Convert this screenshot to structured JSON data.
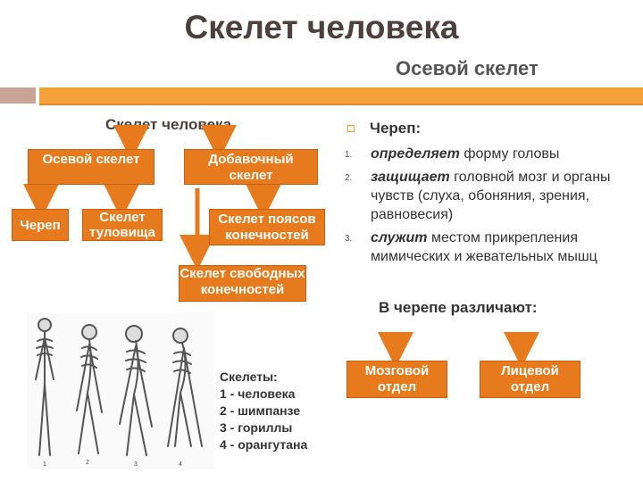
{
  "title": "Скелет человека",
  "subtitle": "Осевой скелет",
  "diagram": {
    "root": "Скелет человека",
    "axial": "Осевой скелет",
    "appendicular": "Добавочный скелет",
    "skull": "Череп",
    "trunk": "Скелет туловища",
    "girdles": "Скелет поясов конечностей",
    "free_limbs": "Скелет свободных конечностей"
  },
  "skull_info": {
    "heading": "Череп:",
    "items": [
      {
        "num": "1.",
        "verb": "определяет",
        "rest": " форму головы"
      },
      {
        "num": "2.",
        "verb": "защищает",
        "rest": " головной мозг и органы чувств (слуха, обоняния, зрения, равновесия)"
      },
      {
        "num": "3.",
        "verb": "служит",
        "rest": " местом прикрепления мимических и жевательных мышц"
      }
    ],
    "distinguish": "В черепе различают:",
    "brain": "Мозговой отдел",
    "facial": "Лицевой отдел"
  },
  "skeletons": {
    "caption": "Скелеты:",
    "lines": [
      "1 - человека",
      "2 - шимпанзе",
      "3 - гориллы",
      "4 - орангутана"
    ]
  },
  "colors": {
    "box": "#e87a1e",
    "arrow": "#e87a1e",
    "rule": "#f6a23a",
    "rule_left": "#c7a496"
  }
}
